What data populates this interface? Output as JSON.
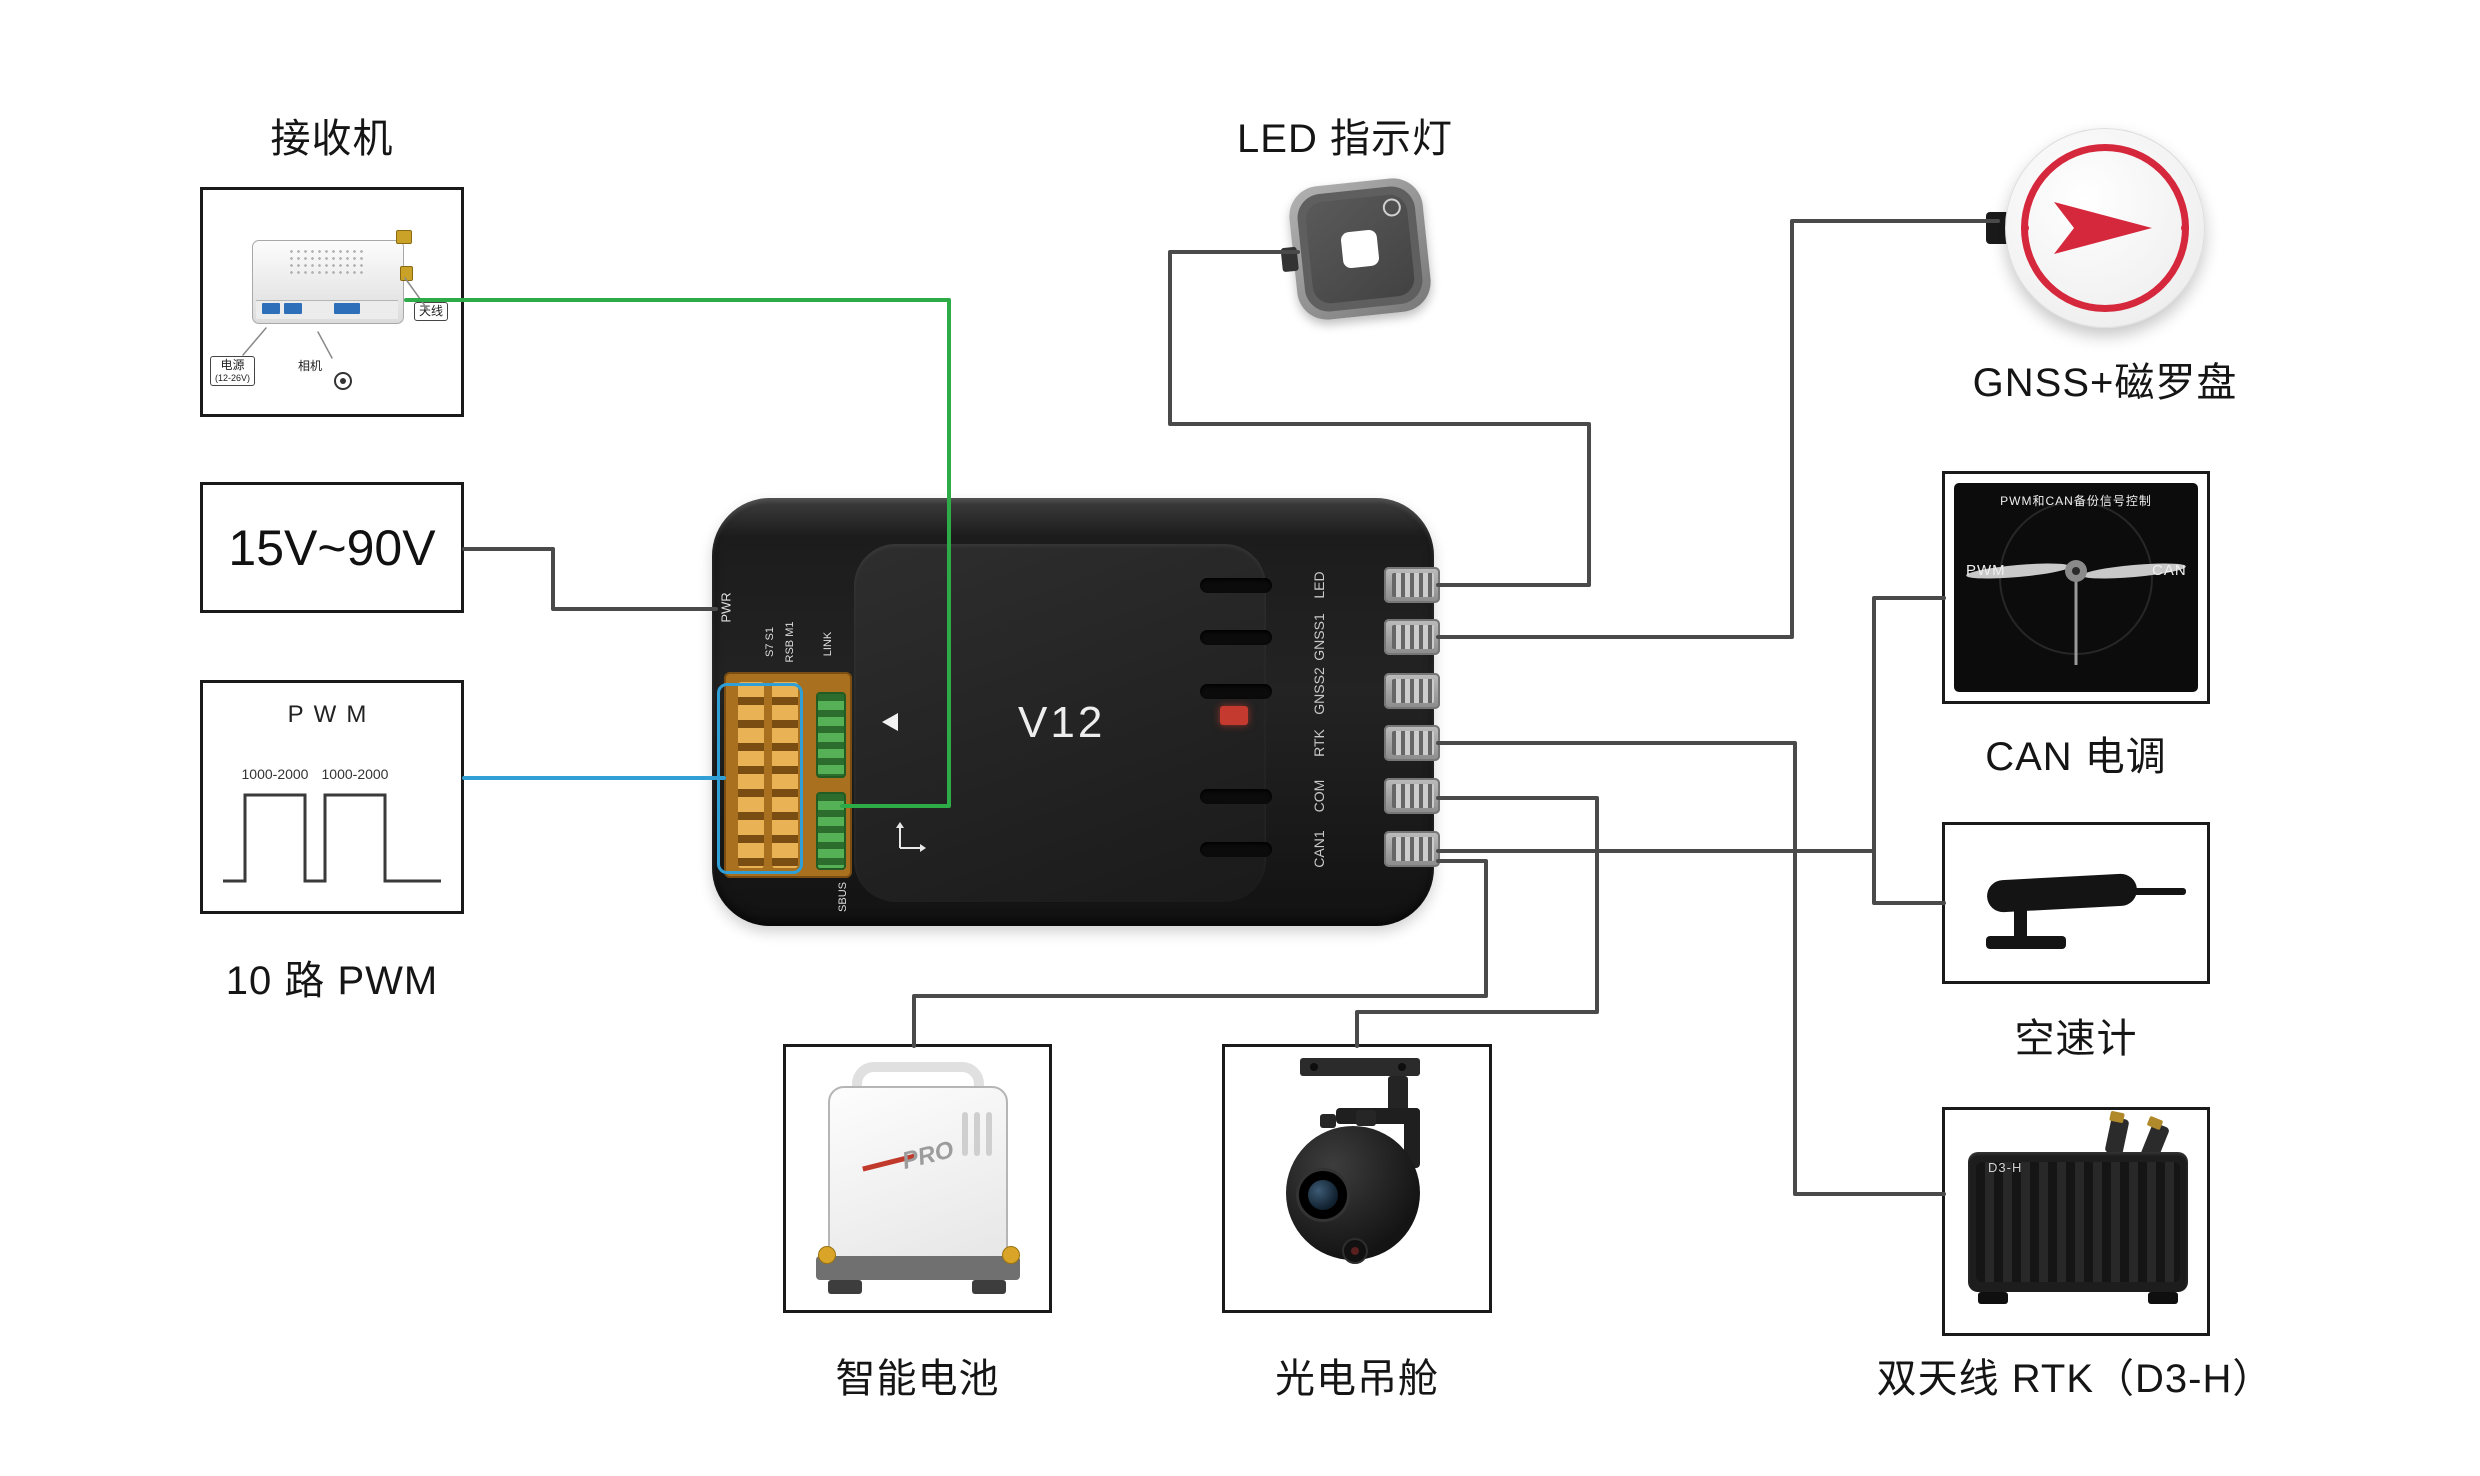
{
  "components": {
    "receiver": {
      "label": "接收机",
      "callouts": {
        "antenna": "天线",
        "power": "电源",
        "power_range": "(12-26V)",
        "camera": "相机"
      }
    },
    "power_input": {
      "label": "15V~90V"
    },
    "pwm_input": {
      "title": "PWM",
      "range_left": "1000-2000",
      "range_right": "1000-2000",
      "caption": "10 路 PWM"
    },
    "led_indicator": {
      "label": "LED 指示灯"
    },
    "gnss_compass": {
      "label": "GNSS+磁罗盘"
    },
    "can_esc": {
      "label": "CAN 电调",
      "panel_title": "PWM和CAN备份信号控制",
      "left_text": "PWM",
      "right_text": "CAN"
    },
    "airspeed": {
      "label": "空速计"
    },
    "rtk": {
      "label": "双天线 RTK（D3-H）",
      "device_text": "D3-H"
    },
    "battery": {
      "label": "智能电池",
      "logo": "PRO"
    },
    "gimbal": {
      "label": "光电吊舱"
    },
    "flight_controller": {
      "model": "V12",
      "silkscreen": {
        "pwr": "PWR",
        "link": "LINK",
        "sbus": "SBUS",
        "pins_a": "S7 S1",
        "pins_b": "RSB M1"
      },
      "ports": [
        {
          "label": "LED"
        },
        {
          "label": "GNSS1"
        },
        {
          "label": "GNSS2"
        },
        {
          "label": "RTK"
        },
        {
          "label": "COM"
        },
        {
          "label": "CAN1"
        }
      ]
    }
  },
  "colors": {
    "background": "#ffffff",
    "box_border": "#1a1a1a",
    "wire_gray": "#4a4a4a",
    "wire_green": "#2cab47",
    "wire_blue": "#2f9fd6",
    "accent_red": "#d6283c",
    "pin_block_orange": "#a8701f",
    "terminal_green": "#3f8f3f"
  }
}
